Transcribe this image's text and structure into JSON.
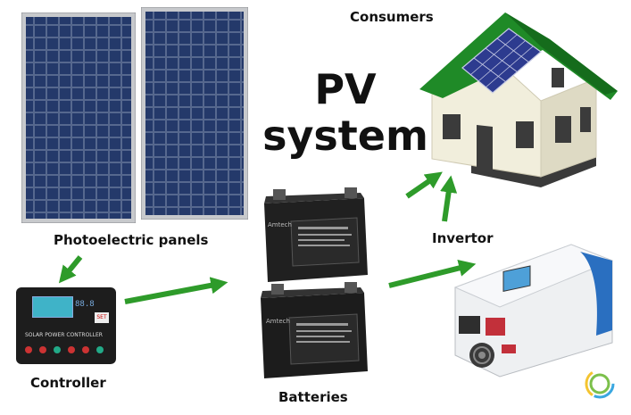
{
  "title_line1": "PV",
  "title_line2": "system",
  "labels": {
    "consumers": "Consumers",
    "panels": "Photoelectric panels",
    "invertor": "Invertor",
    "controller": "Controller",
    "batteries": "Batteries"
  },
  "controller_device": {
    "text": "SOLAR POWER CONTROLLER",
    "screen_reading": "88.8",
    "mode": "SET"
  },
  "battery_brand": "Amtech",
  "colors": {
    "arrow": "#2e9b2a",
    "roof": "#1f8a27",
    "panel": "#1d2f54",
    "battery": "#202020",
    "invertor_accent": "#2a6fc0"
  }
}
